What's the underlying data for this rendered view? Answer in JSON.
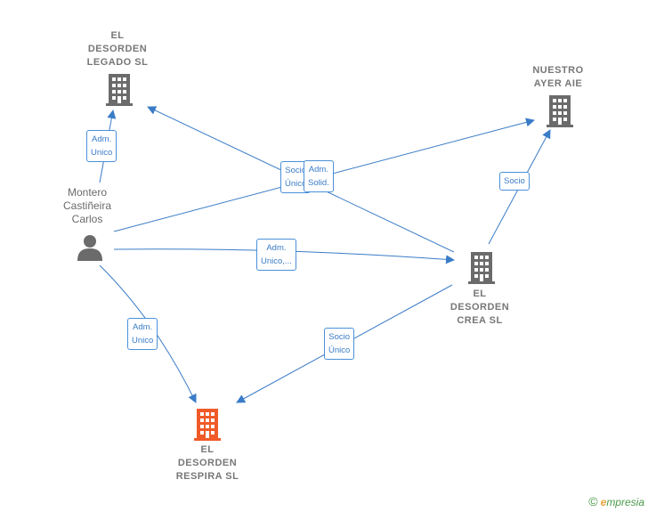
{
  "nodes": {
    "legado": {
      "lines": [
        "EL",
        "DESORDEN",
        "LEGADO  SL"
      ],
      "icon": "building-icon",
      "color": "#6b6b6b"
    },
    "nuestro": {
      "lines": [
        "NUESTRO",
        "AYER AIE"
      ],
      "icon": "building-icon",
      "color": "#6b6b6b"
    },
    "person": {
      "lines": [
        "Montero",
        "Castiñeira",
        "Carlos"
      ],
      "icon": "person-icon",
      "color": "#6b6b6b"
    },
    "crea": {
      "lines": [
        "EL",
        "DESORDEN",
        "CREA  SL"
      ],
      "icon": "building-icon",
      "color": "#6b6b6b"
    },
    "respira": {
      "lines": [
        "EL",
        "DESORDEN",
        "RESPIRA  SL"
      ],
      "icon": "building-icon",
      "color": "#f05a28"
    }
  },
  "edge_labels": {
    "person_legado": [
      "Adm.",
      "Unico"
    ],
    "crea_legado": [
      "Socio",
      "Único"
    ],
    "person_nuestro": [
      "Adm.",
      "Solid."
    ],
    "person_crea": [
      "Adm.",
      "Unico,..."
    ],
    "crea_nuestro": [
      "Socio"
    ],
    "person_respira": [
      "Adm.",
      "Unico"
    ],
    "crea_respira": [
      "Socio",
      "Único"
    ]
  },
  "colors": {
    "edge": "#3a7cc7",
    "label_border": "#4a90d9"
  },
  "footer": {
    "copyright": "©",
    "brand_initial": "e",
    "brand_rest": "mpresia"
  }
}
